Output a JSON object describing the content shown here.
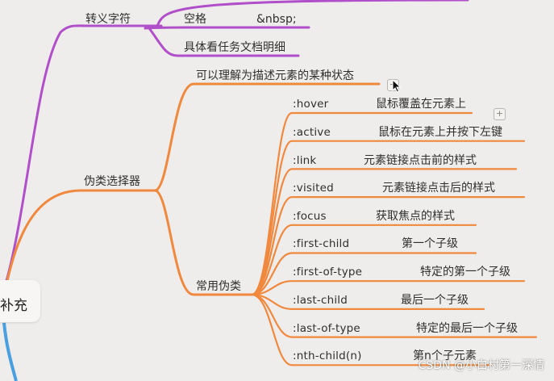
{
  "root": {
    "label": "补充"
  },
  "branches": {
    "escape": {
      "label": "转义字符",
      "children": [
        {
          "name": "空格",
          "detail": "&nbsp;"
        },
        {
          "name": "具体看任务文档明细"
        }
      ]
    },
    "pseudo": {
      "label": "伪类选择器",
      "description": "可以理解为描述元素的某种状态",
      "common": {
        "label": "常用伪类",
        "items": [
          {
            "selector": ":hover",
            "desc": "鼠标覆盖在元素上"
          },
          {
            "selector": ":active",
            "desc": "鼠标在元素上并按下左键"
          },
          {
            "selector": ":link",
            "desc": "元素链接点击前的样式"
          },
          {
            "selector": ":visited",
            "desc": "元素链接点击后的样式"
          },
          {
            "selector": ":focus",
            "desc": "获取焦点的样式"
          },
          {
            "selector": ":first-child",
            "desc": "第一个子级"
          },
          {
            "selector": ":first-of-type",
            "desc": "特定的第一个子级"
          },
          {
            "selector": ":last-child",
            "desc": "最后一个子级"
          },
          {
            "selector": ":last-of-type",
            "desc": "特定的最后一个子级"
          },
          {
            "selector": ":nth-child(n)",
            "desc": "第n个子元素"
          }
        ]
      }
    }
  },
  "colors": {
    "background": "#efedeb",
    "purple_branch": "#b04fc9",
    "orange_branch": "#f0883e",
    "blue_branch": "#4a9fe0"
  },
  "icons": {
    "expand": "+",
    "collapse": "−"
  },
  "watermark": "CSDN @小白村第一深情"
}
